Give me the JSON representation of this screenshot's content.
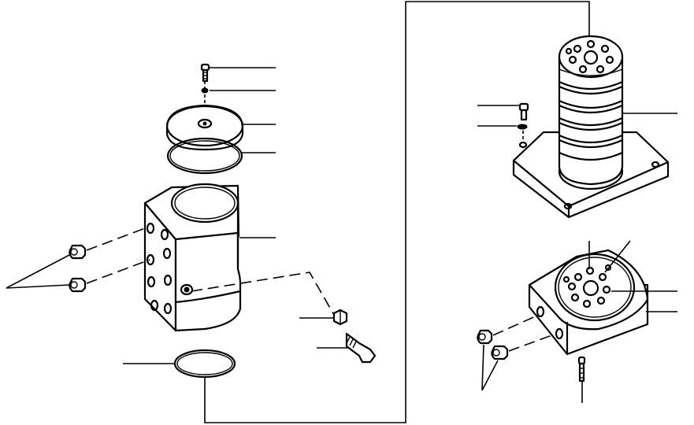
{
  "figure": {
    "kind": "exploded-parts-view",
    "background": "#ffffff",
    "ink": "#000000",
    "assemblies": [
      {
        "id": "valve-body-assembly",
        "parts": [
          "bolt",
          "washer",
          "cover",
          "o-ring-cover",
          "valve-body",
          "plug",
          "plug",
          "o-ring-base",
          "nut",
          "fitting"
        ]
      },
      {
        "id": "solenoid-valve-assembly",
        "parts": [
          "bolt",
          "washer",
          "solenoid-stack",
          "mounting-plate"
        ]
      },
      {
        "id": "manifold-assembly",
        "parts": [
          "manifold-block",
          "plug",
          "plug",
          "bolt"
        ]
      }
    ]
  }
}
